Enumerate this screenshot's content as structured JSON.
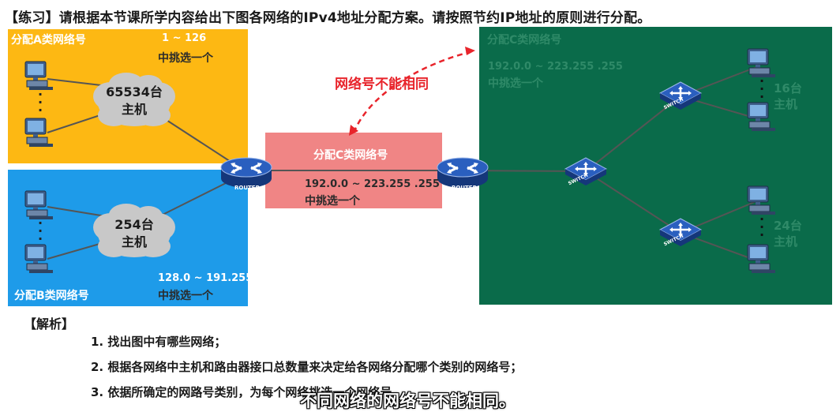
{
  "title": "【练习】请根据本节课所学内容给出下图各网络的IPv4地址分配方案。请按照节约IP地址的原则进行分配。",
  "panel_a": {
    "label": "分配A类网络号",
    "range": "1 ~ 126",
    "pick": "中挑选一个",
    "hosts_line1": "65534台",
    "hosts_line2": "主机"
  },
  "panel_b": {
    "label": "分配B类网络号",
    "range": "128.0 ~ 191.255",
    "pick": "中挑选一个",
    "hosts_line1": "254台",
    "hosts_line2": "主机"
  },
  "panel_c": {
    "label": "分配C类网络号",
    "range": "192.0.0 ~ 223.255 .255",
    "pick": "中挑选一个",
    "hosts_top_line1": "16台",
    "hosts_top_line2": "主机",
    "hosts_bottom_line1": "24台",
    "hosts_bottom_line2": "主机"
  },
  "panel_mid": {
    "label": "分配C类网络号",
    "range": "192.0.0 ~ 223.255 .255",
    "pick": "中挑选一个"
  },
  "callout": "网络号不能相同",
  "device_labels": {
    "router": "ROUTER",
    "switch": "SWITCH"
  },
  "analysis": {
    "heading": "【解析】",
    "items": [
      "1. 找出图中有哪些网络；",
      "2. 根据各网络中主机和路由器接口总数量来决定给各网络分配哪个类别的网络号；",
      "3. 依据所确定的网路号类别，为每个网络挑选一个网络号。"
    ]
  },
  "subtitle": "不同网络的网络号不能相同。",
  "colors": {
    "panel_a": "#fdb813",
    "panel_b": "#1e9be9",
    "panel_c": "#0a6b4a",
    "panel_mid": "#f08585",
    "accent_red": "#e8242b"
  }
}
